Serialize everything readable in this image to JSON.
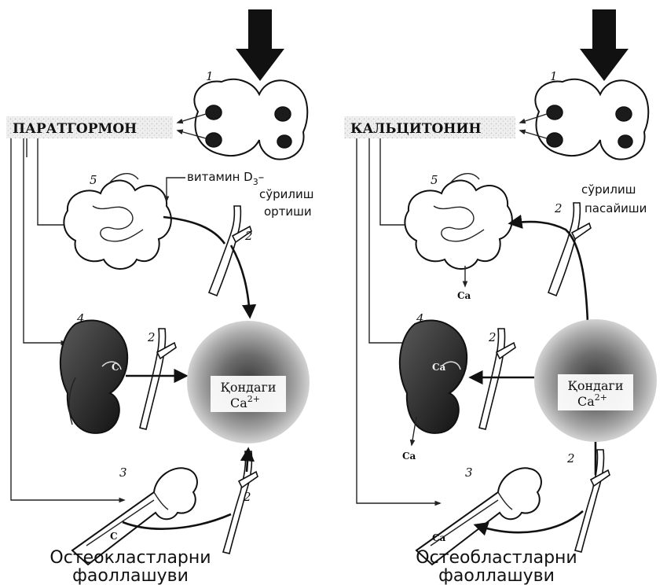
{
  "left_panel": {
    "hormone": "ПАРАТГОРМОН",
    "organ_numbers": {
      "gland": "1",
      "vessel": "2",
      "bone": "3",
      "kidney": "4",
      "intestine": "5"
    },
    "vitamin_label": "витамин D",
    "vitamin_subscript": "3",
    "vitamin_dash": "–",
    "absorption_line1": "сўрилиш",
    "absorption_line2": "ортиши",
    "center_line1": "Қондаги",
    "center_line2_base": "Ca",
    "center_line2_sup": "2+",
    "kidney_ca": "C",
    "bone_ca": "C",
    "caption_line1": "Остеокластларни",
    "caption_line2": "фаоллашуви"
  },
  "right_panel": {
    "hormone": "КАЛЬЦИТОНИН",
    "organ_numbers": {
      "gland": "1",
      "vessel": "2",
      "bone": "3",
      "kidney": "4",
      "intestine": "5"
    },
    "absorption_line1": "сўрилиш",
    "absorption_line2": "пасайиши",
    "center_line1": "Қондаги",
    "center_line2_base": "Ca",
    "center_line2_sup": "2+",
    "intestine_ca": "Ca",
    "kidney_ca_inner": "Ca",
    "kidney_ca_out": "Ca",
    "bone_ca": "Ca",
    "caption_line1": "Остеобластларни",
    "caption_line2": "фаоллашуви"
  }
}
